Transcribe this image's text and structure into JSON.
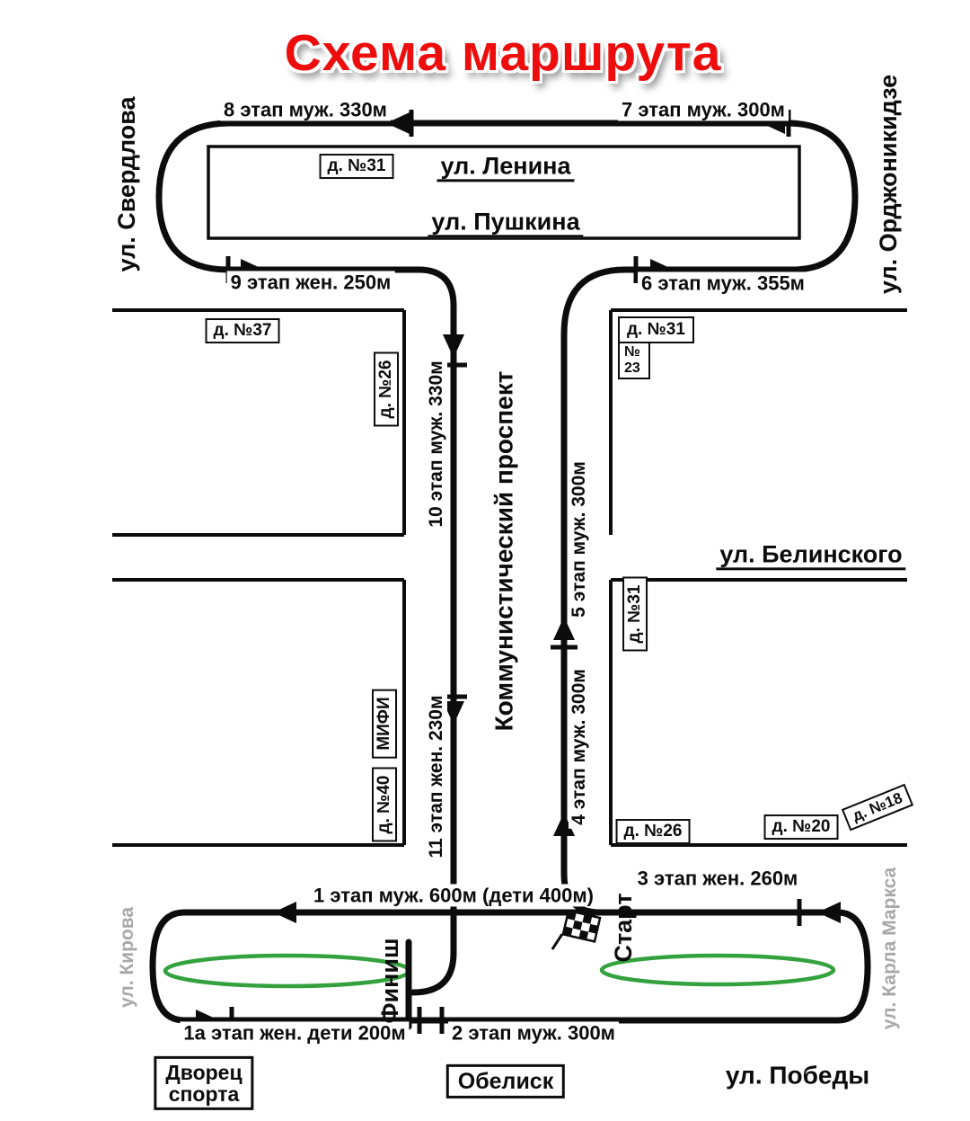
{
  "title": "Схема маршрута",
  "colors": {
    "title_red": "#ee0d0d",
    "route_black": "#0c0c0c",
    "lawn_green": "#33a13d",
    "minor_gray": "#a8a8a8"
  },
  "streets": {
    "sverdlova": "ул. Свердлова",
    "ordzhonikidze": "ул. Орджоникидзе",
    "lenina": "ул. Ленина",
    "pushkina": "ул. Пушкина",
    "kommunistichesky": "Коммунистический проспект",
    "belinskogo": "ул. Белинского",
    "pobedy": "ул. Победы",
    "kirova": "ул. Кирова",
    "karla_marksa": "ул. Карла Маркса"
  },
  "stages": {
    "s1": "1 этап муж. 600м (дети 400м)",
    "s1a": "1а этап жен. дети 200м",
    "s2": "2 этап муж. 300м",
    "s3": "3 этап жен. 260м",
    "s4": "4 этап муж. 300м",
    "s5": "5 этап муж. 300м",
    "s6": "6 этап муж. 355м",
    "s7": "7 этап муж. 300м",
    "s8": "8 этап муж. 330м",
    "s9": "9 этап жен. 250м",
    "s10": "10 этап муж. 330м",
    "s11": "11 этап жен. 230м"
  },
  "buildings": {
    "b31_top": "д. №31",
    "b37": "д. №37",
    "b26_left": "д. №26",
    "b31_right_top": "д. №31",
    "b23_line1": "№",
    "b23_line2": "23",
    "b31_right_mid": "д. №31",
    "mephi": "МИФИ",
    "b40": "д. №40",
    "b26_bottom": "д. №26",
    "b20": "д. №20",
    "b18": "д. №18"
  },
  "markers": {
    "start": "Старт",
    "finish": "Финиш"
  },
  "landmarks": {
    "palace_line1": "Дворец",
    "palace_line2": "спорта",
    "obelisk": "Обелиск"
  }
}
